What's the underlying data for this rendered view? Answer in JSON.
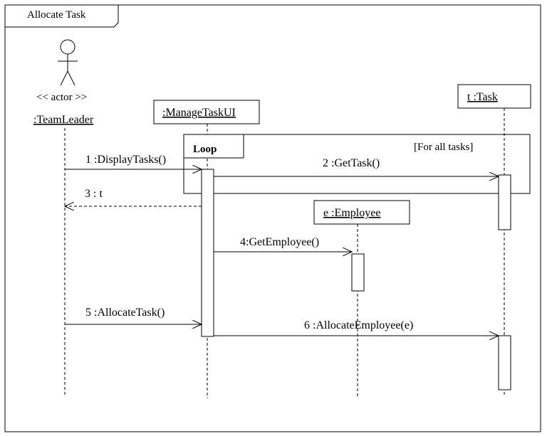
{
  "frame": {
    "title": "Allocate Task"
  },
  "actor": {
    "stereotype": "<< actor >>",
    "name": ":TeamLeader"
  },
  "lifelines": {
    "ui": ":ManageTaskUI",
    "task": "t :Task",
    "employee": "e :Employee"
  },
  "fragment": {
    "operator": "Loop",
    "guard": "[For all tasks]"
  },
  "messages": {
    "m1": "1 :DisplayTasks()",
    "m2": "2 :GetTask()",
    "m3": "3 : t",
    "m4": "4:GetEmployee()",
    "m5": "5 :AllocateTask()",
    "m6": "6 :AllocateEmployee(e)"
  },
  "colors": {
    "line": "#000000",
    "background": "#ffffff"
  }
}
